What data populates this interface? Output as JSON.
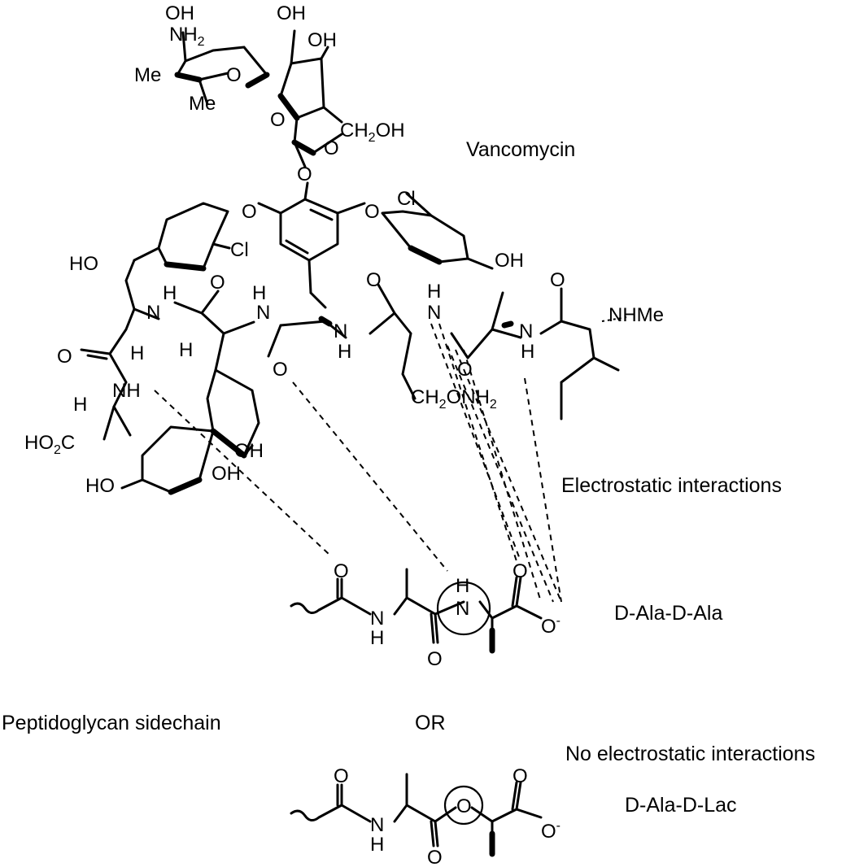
{
  "captions": {
    "vancomycin": "Vancomycin",
    "electrostatic": "Electrostatic interactions",
    "d_ala_d_ala": "D-Ala-D-Ala",
    "peptidoglycan": "Peptidoglycan sidechain",
    "or": "OR",
    "no_electrostatic": "No electrostatic interactions",
    "d_ala_d_lac": "D-Ala-D-Lac"
  },
  "atoms": {
    "oh": "OH",
    "nh": "NH",
    "nh2_base": "NH",
    "sub2": "2",
    "me": "Me",
    "o": "O",
    "ch": "CH",
    "cl": "Cl",
    "ho": "HO",
    "h": "H",
    "n": "N",
    "nhme": "NHMe",
    "ho2c_a": "HO",
    "ho2c_b": "C",
    "ch2onh2_a": "CH",
    "ch2onh2_b": "ONH",
    "minus": "-"
  }
}
